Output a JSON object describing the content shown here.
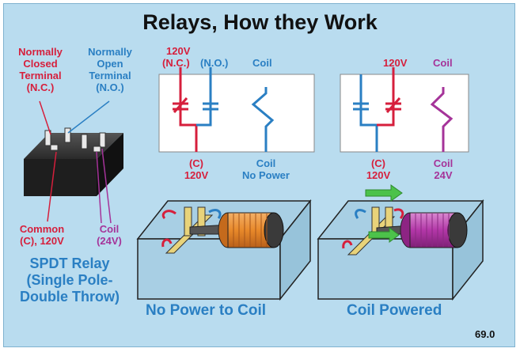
{
  "title": "Relays, How they Work",
  "labels": {
    "nc_terminal": [
      "Normally",
      "Closed",
      "Terminal",
      "(N.C.)"
    ],
    "no_terminal": [
      "Normally",
      "Open",
      "Terminal",
      "(N.O.)"
    ],
    "common": [
      "Common",
      "(C), 120V"
    ],
    "coil_24v": [
      "Coil",
      "(24V)"
    ],
    "spdt": [
      "SPDT Relay",
      "(Single Pole-",
      "Double Throw)"
    ]
  },
  "diagram_unpowered": {
    "top_voltage": "120V",
    "nc": "(N.C.)",
    "no": "(N.O.)",
    "coil": "Coil",
    "c_label": "(C)",
    "c_voltage": "120V",
    "coil_bottom": "Coil",
    "coil_state": "No Power"
  },
  "diagram_powered": {
    "top_voltage": "120V",
    "coil": "Coil",
    "c_label": "(C)",
    "c_voltage": "120V",
    "coil_bottom": "Coil",
    "coil_voltage": "24V"
  },
  "captions": {
    "no_power": "No Power to Coil",
    "powered": "Coil Powered"
  },
  "slide_number": "69.0",
  "colors": {
    "background": "#b9dcef",
    "red": "#d61f3c",
    "blue": "#2a7fc3",
    "purple": "#a53399",
    "coil_orange": "#e8892a",
    "coil_purple": "#b337a8",
    "arrow_green": "#4cc24a"
  }
}
